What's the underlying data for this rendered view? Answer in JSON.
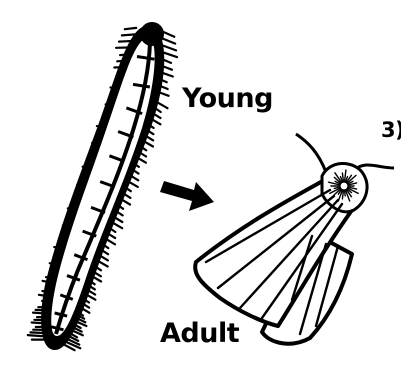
{
  "labels": {
    "young": "Young",
    "adult": "Adult",
    "corner": "3)"
  },
  "icons": {
    "caterpillar": "caterpillar-illustration",
    "arrow": "arrow-right-down-icon",
    "moth": "moth-illustration"
  },
  "colors": {
    "ink": "#000000",
    "background": "#ffffff"
  }
}
